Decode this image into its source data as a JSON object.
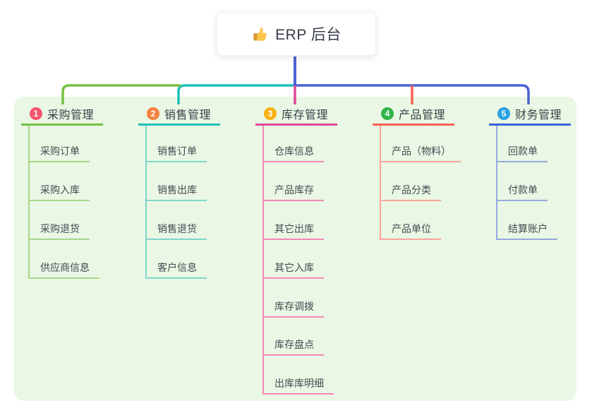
{
  "root": {
    "label": "ERP 后台",
    "icon": "thumbs-up-icon"
  },
  "canvas": {
    "background": "#ffffff",
    "panel_background": "#e9f7e4"
  },
  "connector": {
    "stem_color": "#4b62d5"
  },
  "branches": [
    {
      "index": "1",
      "label": "采购管理",
      "badge_color": "#f3566b",
      "line_color": "#76c043",
      "child_line_color": "#a9d489",
      "children": [
        "采购订单",
        "采购入库",
        "采购退货",
        "供应商信息"
      ]
    },
    {
      "index": "2",
      "label": "销售管理",
      "badge_color": "#f5833f",
      "line_color": "#1fc0b7",
      "child_line_color": "#7fd6cf",
      "children": [
        "销售订单",
        "销售出库",
        "销售退货",
        "客户信息"
      ]
    },
    {
      "index": "3",
      "label": "库存管理",
      "badge_color": "#f9b213",
      "line_color": "#e24796",
      "child_line_color": "#f08ab8",
      "children": [
        "仓库信息",
        "产品库存",
        "其它出库",
        "其它入库",
        "库存调拨",
        "库存盘点",
        "出库库明细"
      ]
    },
    {
      "index": "4",
      "label": "产品管理",
      "badge_color": "#30b44a",
      "line_color": "#f95f55",
      "child_line_color": "#fba49c",
      "children": [
        "产品（物料）",
        "产品分类",
        "产品单位"
      ]
    },
    {
      "index": "5",
      "label": "财务管理",
      "badge_color": "#2ba2e2",
      "line_color": "#3a63d9",
      "child_line_color": "#97a8e2",
      "children": [
        "回款单",
        "付款单",
        "结算账户"
      ]
    }
  ]
}
